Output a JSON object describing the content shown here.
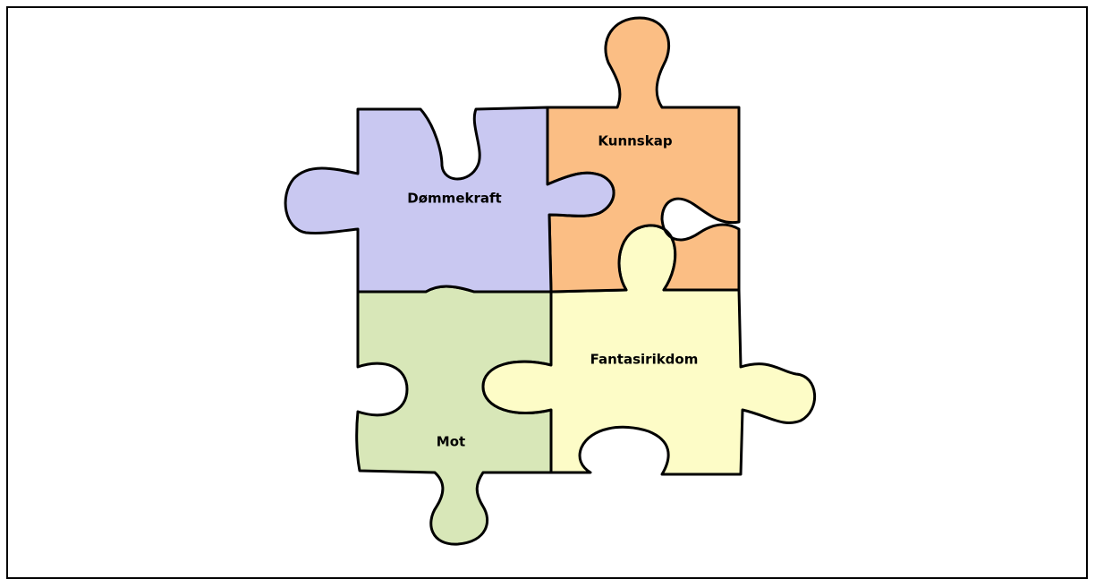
{
  "pieces": [
    {
      "id": "dommekraft",
      "label": "Dømmekraft",
      "color": "#C9C8F1"
    },
    {
      "id": "kunnskap",
      "label": "Kunnskap",
      "color": "#FBBE84"
    },
    {
      "id": "mot",
      "label": "Mot",
      "color": "#D8E7B8"
    },
    {
      "id": "fantasirikdom",
      "label": "Fantasirikdom",
      "color": "#FDFCC7"
    }
  ]
}
